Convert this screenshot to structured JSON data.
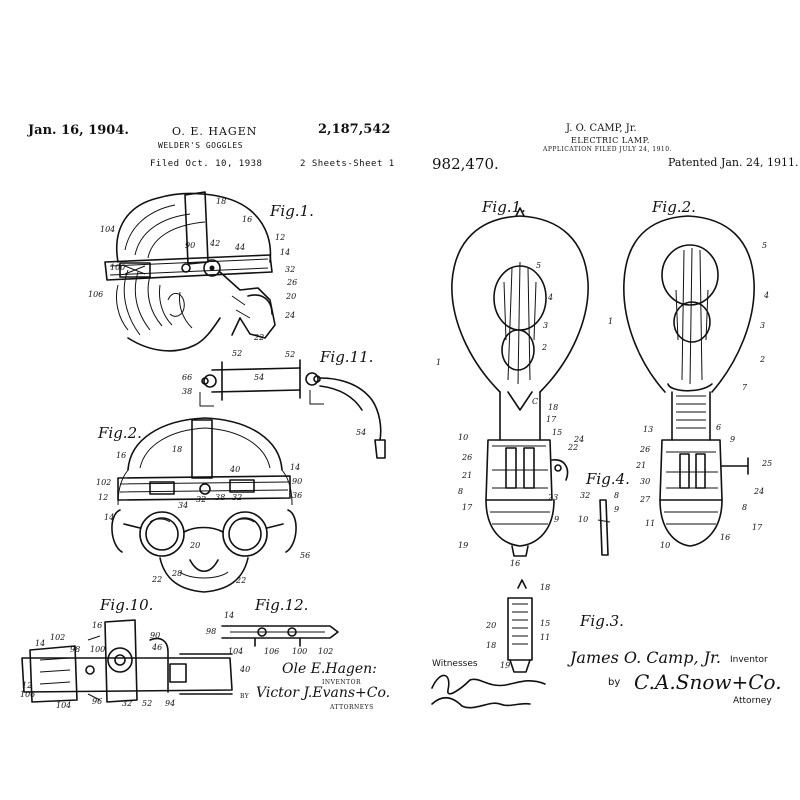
{
  "left_patent": {
    "date": "Jan. 16, 1904.",
    "inventor_header": "O. E. HAGEN",
    "patent_number": "2,187,542",
    "title": "WELDER'S GOGGLES",
    "filed": "Filed Oct. 10, 1938",
    "sheets": "2 Sheets-Sheet 1",
    "figures": [
      "Fig.1.",
      "Fig.11.",
      "Fig.2.",
      "Fig.10.",
      "Fig.12."
    ],
    "inventor_signature": "Ole E.Hagen:",
    "inventor_caption": "INVENTOR",
    "by": "BY",
    "attorney_signature": "Victor J.Evans+Co.",
    "attorney_caption": "ATTORNEYS"
  },
  "right_patent": {
    "inventor_header": "J. O. CAMP, Jr.",
    "title": "ELECTRIC LAMP.",
    "application": "APPLICATION FILED JULY 24, 1910.",
    "patent_number": "982,470.",
    "patented": "Patented Jan. 24, 1911.",
    "figures": [
      "Fig.1.",
      "Fig.2.",
      "Fig.4.",
      "Fig.3."
    ],
    "witnesses_label": "Witnesses",
    "inventor_signature": "James O. Camp, Jr.",
    "inventor_caption": "Inventor",
    "by": "by",
    "attorney_signature": "C.A.Snow+Co.",
    "attorney_caption": "Attorney"
  }
}
